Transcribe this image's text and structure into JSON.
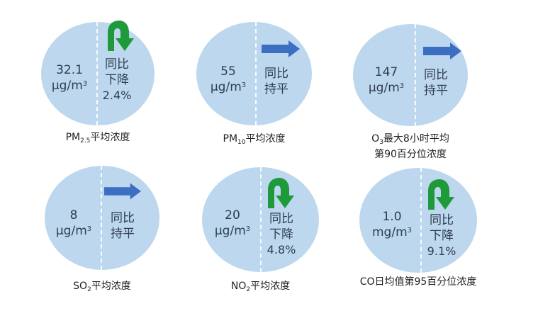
{
  "colors": {
    "circle_fill": "#bdd7ee",
    "text": "#2f3e4f",
    "arrow_down_green": "#1f9a3a",
    "arrow_flat_blue": "#3b6fc2"
  },
  "items": [
    {
      "value": "32.1",
      "unit": "μg/m",
      "unit_sup": "3",
      "trend_line1": "同比",
      "trend_line2": "下降",
      "trend_pct": "2.4%",
      "trend_icon": "curved-down-arrow-icon",
      "label_pre": "PM",
      "label_sub": "2.5",
      "label_post": "平均浓度",
      "label_line2": ""
    },
    {
      "value": "55",
      "unit": "μg/m",
      "unit_sup": "3",
      "trend_line1": "同比",
      "trend_line2": "持平",
      "trend_pct": "",
      "trend_icon": "right-arrow-icon",
      "label_pre": "PM",
      "label_sub": "10",
      "label_post": "平均浓度",
      "label_line2": ""
    },
    {
      "value": "147",
      "unit": "μg/m",
      "unit_sup": "3",
      "trend_line1": "同比",
      "trend_line2": "持平",
      "trend_pct": "",
      "trend_icon": "right-arrow-icon",
      "label_pre": "O",
      "label_sub": "3",
      "label_post": "最大8小时平均",
      "label_line2": "第90百分位浓度"
    },
    {
      "value": "8",
      "unit": "μg/m",
      "unit_sup": "3",
      "trend_line1": "同比",
      "trend_line2": "持平",
      "trend_pct": "",
      "trend_icon": "right-arrow-icon",
      "label_pre": "SO",
      "label_sub": "2",
      "label_post": "平均浓度",
      "label_line2": ""
    },
    {
      "value": "20",
      "unit": "μg/m",
      "unit_sup": "3",
      "trend_line1": "同比",
      "trend_line2": "下降",
      "trend_pct": "4.8%",
      "trend_icon": "curved-down-arrow-icon",
      "label_pre": "NO",
      "label_sub": "2",
      "label_post": "平均浓度",
      "label_line2": ""
    },
    {
      "value": "1.0",
      "unit": "mg/m",
      "unit_sup": "3",
      "trend_line1": "同比",
      "trend_line2": "下降",
      "trend_pct": "9.1%",
      "trend_icon": "curved-down-arrow-icon",
      "label_pre": "CO日均值第95百分位浓度",
      "label_sub": "",
      "label_post": "",
      "label_line2": ""
    }
  ]
}
